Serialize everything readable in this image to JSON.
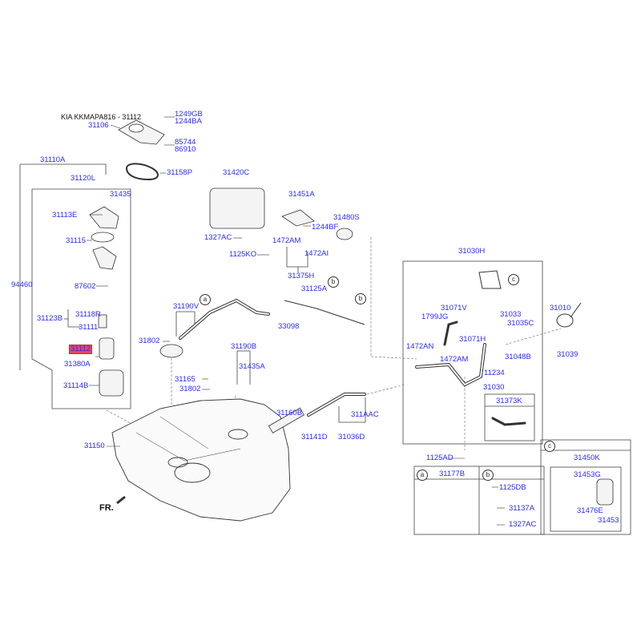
{
  "header": {
    "title": "KIA KKMAPA816 - 31112"
  },
  "orientation_label": "FR.",
  "highlighted_part": "31112",
  "callouts": [
    "a",
    "b",
    "c"
  ],
  "parts": {
    "p31106": "31106",
    "p1249GB": "1249GB",
    "p1244BA": "1244BA",
    "p85744": "85744",
    "p86910": "86910",
    "p31158P": "31158P",
    "p31110A": "31110A",
    "p31120L": "31120L",
    "p31435": "31435",
    "p31113E": "31113E",
    "p31115": "31115",
    "p94460": "94460",
    "p87602": "87602",
    "p31123B": "31123B",
    "p31118R": "31118R",
    "p31111": "31111",
    "p31112": "31112",
    "p31380A": "31380A",
    "p31114B": "31114B",
    "p31150": "31150",
    "p31420C": "31420C",
    "p31451A": "31451A",
    "p31480S": "31480S",
    "p1327AC": "1327AC",
    "p1472AM": "1472AM",
    "p1244BF": "1244BF",
    "p1125KO": "1125KO",
    "p1472AI": "1472AI",
    "p31375H": "31375H",
    "p31125A": "31125A",
    "p33098": "33098",
    "p31190V": "31190V",
    "p31802a": "31802",
    "p31190B": "31190B",
    "p31435A": "31435A",
    "p31165": "31165",
    "p31802b": "31802",
    "p31160B": "31160B",
    "p31141D": "31141D",
    "p311AAC": "311AAC",
    "p31036D": "31036D",
    "p31030H": "31030H",
    "p31071V": "31071V",
    "p1799JG": "1799JG",
    "p31033": "31033",
    "p31035C": "31035C",
    "p31071H": "31071H",
    "p1472AN": "1472AN",
    "p31048B": "31048B",
    "p1472AM2": "1472AM",
    "p11234": "11234",
    "p31030": "31030",
    "p31373K": "31373K",
    "p31010": "31010",
    "p31039": "31039",
    "p1125AD": "1125AD",
    "p31177B": "31177B",
    "p1125DB": "1125DB",
    "p31137A": "31137A",
    "p1327AC2": "1327AC",
    "p31450K": "31450K",
    "p31453G": "31453G",
    "p31476E": "31476E",
    "p31453": "31453"
  }
}
